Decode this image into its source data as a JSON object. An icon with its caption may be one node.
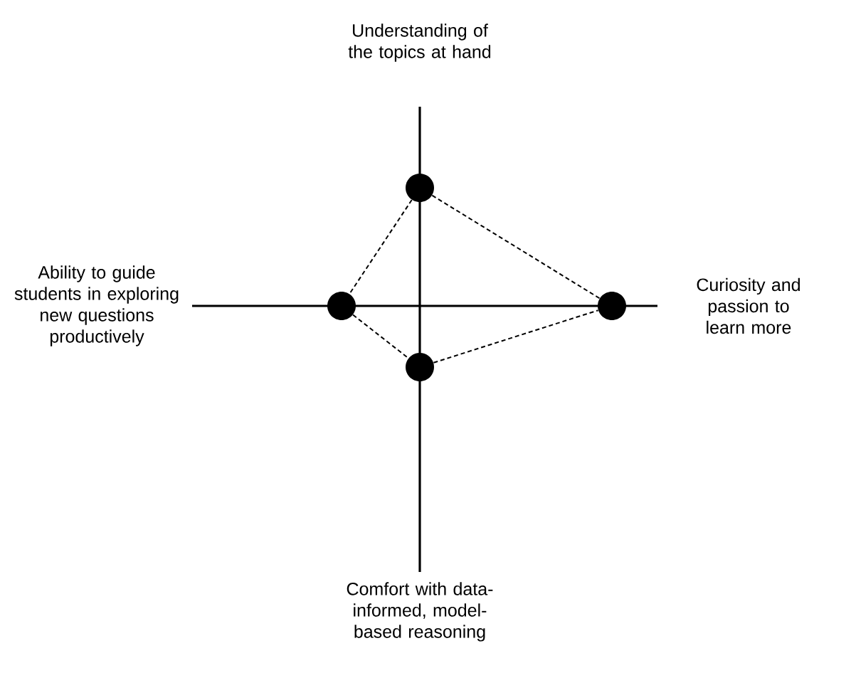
{
  "diagram": {
    "nodes": [
      {
        "text": [
          "Understanding of the topics at hand"
        ]
      },
      {
        "text": [
          "Ability to guide students in exploring new questions productively"
        ]
      },
      {
        "text": [
          "Curiosity and passion to learn more"
        ]
      },
      {
        "text": [
          "Comfort with data-informed, model-based reasoning"
        ]
      },
      {
        "text": [],
        "shape": "circle"
      },
      {
        "text": [],
        "shape": "circle"
      },
      {
        "text": [],
        "shape": "circle"
      },
      {
        "text": [],
        "shape": "circle"
      }
    ],
    "edges": [
      {
        "from": 4,
        "to": 6,
        "arrow": "none",
        "style": "dashed"
      },
      {
        "from": 4,
        "to": 5,
        "arrow": "none",
        "style": "dashed"
      },
      {
        "from": 5,
        "to": 7,
        "arrow": "none",
        "style": "dashed"
      },
      {
        "from": 7,
        "to": 6,
        "arrow": "none",
        "style": "dashed"
      }
    ]
  }
}
